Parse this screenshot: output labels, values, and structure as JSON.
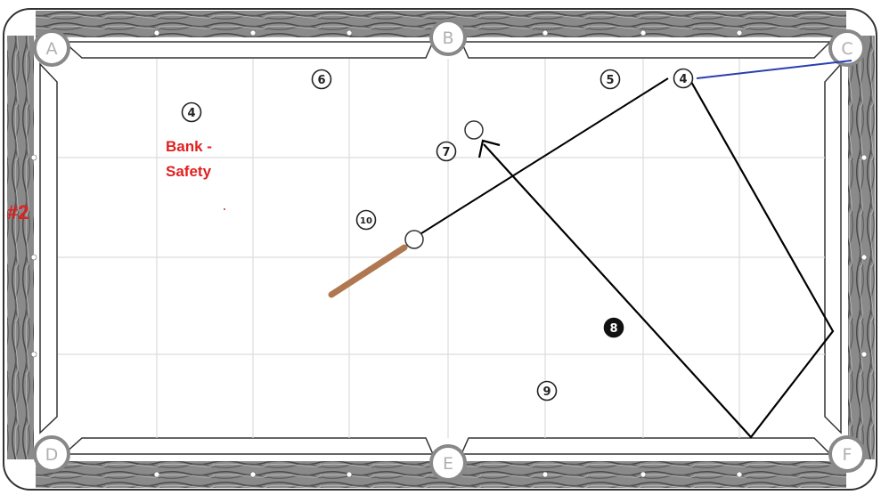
{
  "diagram_label": "#2",
  "shot_note": "Bank -\nSafety",
  "pockets": [
    {
      "id": "A",
      "label": "A"
    },
    {
      "id": "B",
      "label": "B"
    },
    {
      "id": "C",
      "label": "C"
    },
    {
      "id": "D",
      "label": "D"
    },
    {
      "id": "E",
      "label": "E"
    },
    {
      "id": "F",
      "label": "F"
    }
  ],
  "balls": [
    {
      "id": "ball-4-left",
      "label": "4"
    },
    {
      "id": "ball-6",
      "label": "6"
    },
    {
      "id": "ball-5",
      "label": "5"
    },
    {
      "id": "ball-4-right",
      "label": "4"
    },
    {
      "id": "ball-7",
      "label": "7"
    },
    {
      "id": "ball-10",
      "label": "10"
    },
    {
      "id": "ball-8",
      "label": "8"
    },
    {
      "id": "ball-9",
      "label": "9"
    }
  ],
  "colors": {
    "rail_wood": "#7a7a7a",
    "cloth": "#ffffff",
    "grid": "#dcdcdc",
    "path": "#000000",
    "object_path": "#2a3fb0",
    "cue_stick": "#b07850",
    "note_text": "#e02020"
  }
}
